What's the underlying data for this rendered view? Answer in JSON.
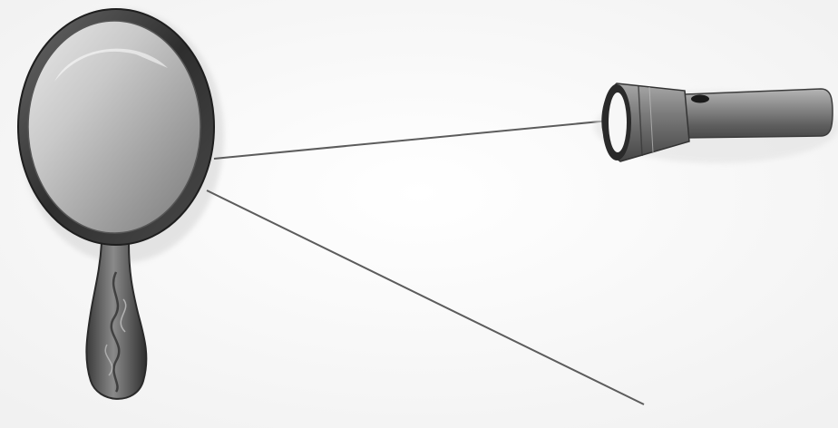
{
  "diagram": {
    "objects": [
      {
        "id": "mirror",
        "kind": "hand-mirror-icon"
      },
      {
        "id": "flashlight",
        "kind": "flashlight-icon"
      }
    ],
    "rays": [
      {
        "id": "incident-ray",
        "from": "flashlight",
        "to": "mirror"
      },
      {
        "id": "reflected-ray",
        "from": "mirror",
        "to": "open-space"
      }
    ],
    "colors": {
      "background": "#ffffff",
      "ray": "#5c5c5c",
      "mirror_frame": "#3a3a3a",
      "mirror_glass": "#b9b9b9",
      "flashlight_body": "#7d7d7d",
      "flashlight_lens": "#f7f7f7"
    }
  }
}
